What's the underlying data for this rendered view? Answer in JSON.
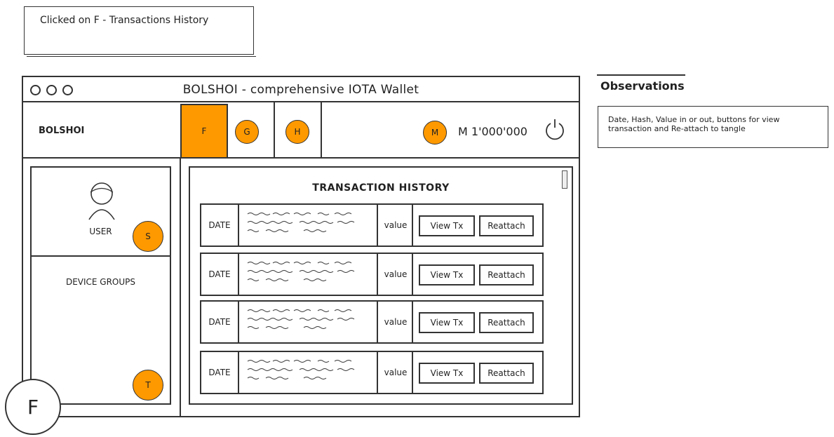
{
  "note": {
    "text": "Clicked on F - Transactions History"
  },
  "window": {
    "title": "BOLSHOI - comprehensive IOTA Wallet",
    "brand": "BOLSHOI",
    "nav": {
      "f": "F",
      "g": "G",
      "h": "H",
      "m": "M"
    },
    "balance": "M 1'000'000"
  },
  "sidebar": {
    "user_label": "USER",
    "s_badge": "S",
    "device_groups": "DEVICE GROUPS",
    "t_badge": "T"
  },
  "content": {
    "title": "TRANSACTION HISTORY",
    "rows": [
      {
        "date": "DATE",
        "value": "value",
        "view": "View Tx",
        "reattach": "Reattach"
      },
      {
        "date": "DATE",
        "value": "value",
        "view": "View Tx",
        "reattach": "Reattach"
      },
      {
        "date": "DATE",
        "value": "value",
        "view": "View Tx",
        "reattach": "Reattach"
      },
      {
        "date": "DATE",
        "value": "value",
        "view": "View Tx",
        "reattach": "Reattach"
      }
    ]
  },
  "screen_label": "F",
  "observations": {
    "title": "Observations",
    "text": "Date, Hash, Value in or out, buttons for view transaction and Re-attach to tangle"
  },
  "colors": {
    "accent": "#ff9900",
    "stroke": "#333333"
  },
  "icons": [
    "window-dot-icon",
    "power-icon",
    "user-icon"
  ]
}
